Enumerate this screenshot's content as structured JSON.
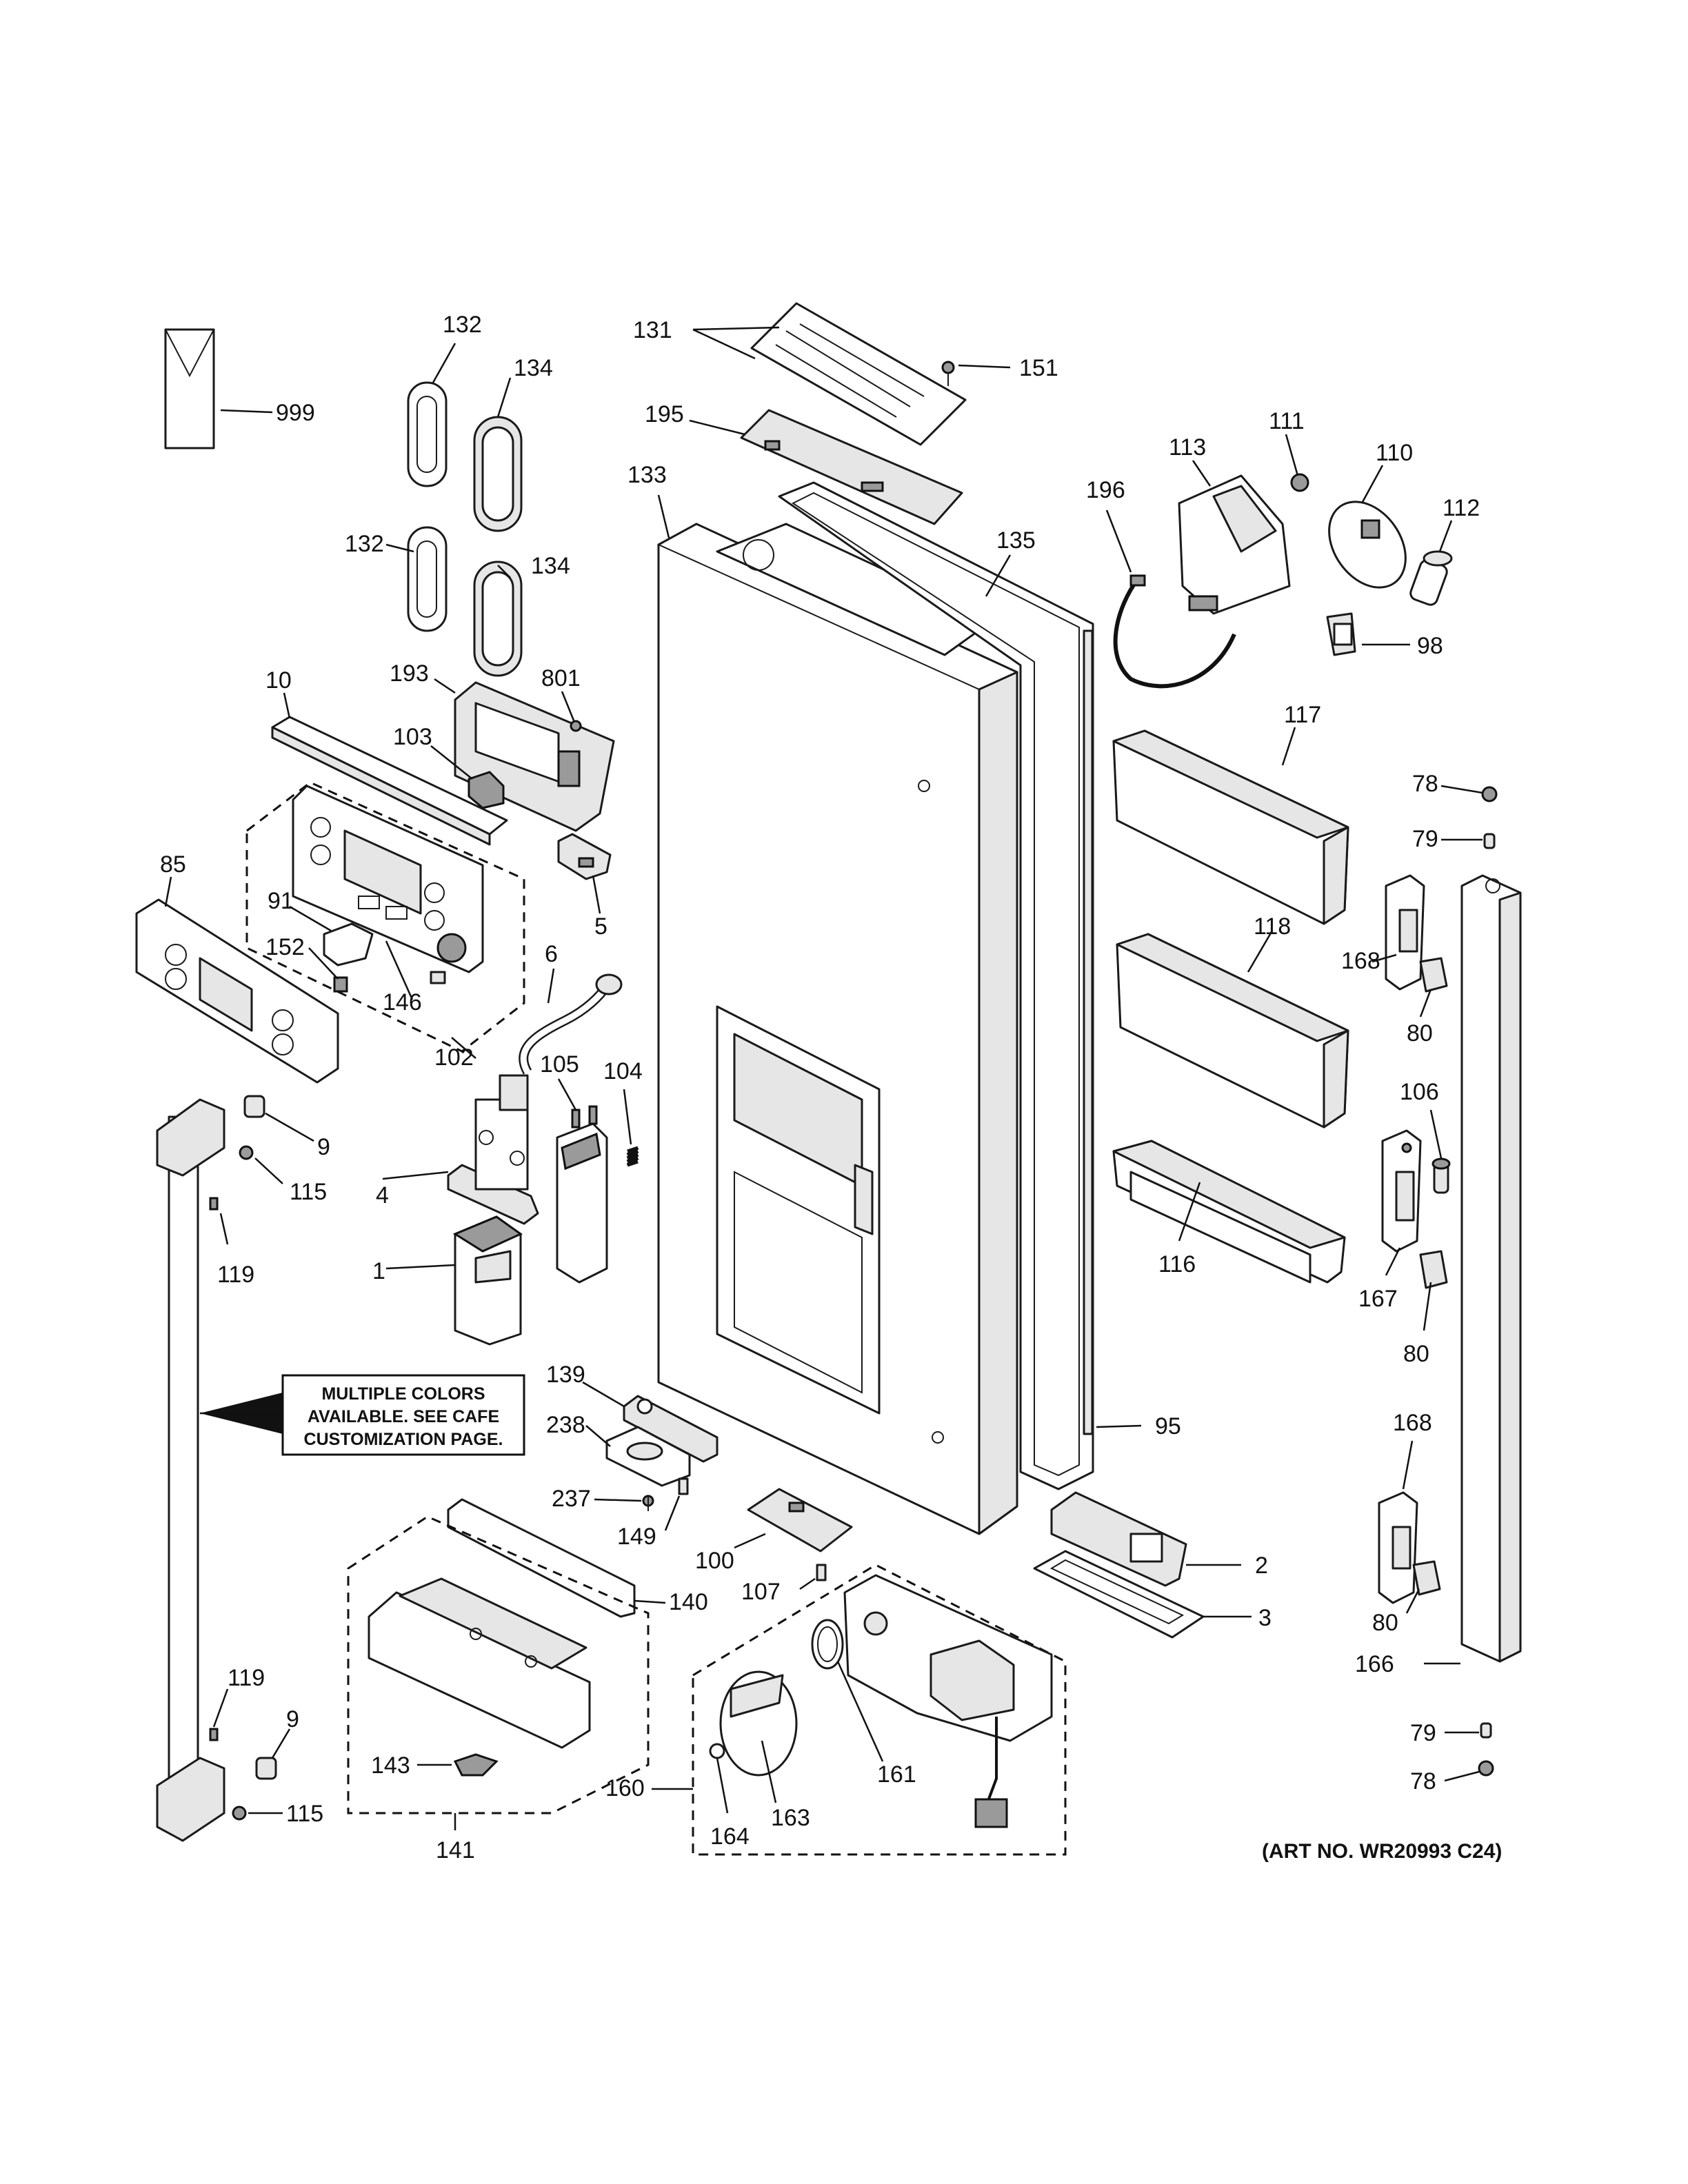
{
  "labels": {
    "p999": "999",
    "p132a": "132",
    "p134a": "134",
    "p132b": "132",
    "p134b": "134",
    "p131": "131",
    "p151": "151",
    "p195": "195",
    "p133": "133",
    "p135": "135",
    "p196": "196",
    "p113": "113",
    "p111": "111",
    "p110": "110",
    "p112": "112",
    "p98": "98",
    "p193": "193",
    "p801": "801",
    "p10": "10",
    "p103": "103",
    "p5": "5",
    "p85": "85",
    "p91": "91",
    "p152": "152",
    "p146": "146",
    "p6": "6",
    "p102": "102",
    "p117": "117",
    "p78a": "78",
    "p79a": "79",
    "p168a": "168",
    "p80a": "80",
    "p118": "118",
    "p106": "106",
    "p105": "105",
    "p104": "104",
    "p9a": "9",
    "p115a": "115",
    "p4": "4",
    "p119a": "119",
    "p1": "1",
    "p116": "116",
    "p167": "167",
    "p80b": "80",
    "p139": "139",
    "p238": "238",
    "p95": "95",
    "p168b": "168",
    "p237": "237",
    "p149": "149",
    "p100": "100",
    "p2": "2",
    "p107": "107",
    "p3": "3",
    "p140": "140",
    "p80c": "80",
    "p166": "166",
    "p119b": "119",
    "p9b": "9",
    "p161": "161",
    "p79b": "79",
    "p143": "143",
    "p160": "160",
    "p163": "163",
    "p78b": "78",
    "p115b": "115",
    "p164": "164",
    "p141": "141"
  },
  "note": {
    "line1": "MULTIPLE COLORS",
    "line2": "AVAILABLE. SEE CAFE",
    "line3": "CUSTOMIZATION PAGE."
  },
  "art_number": "(ART NO. WR20993 C24)"
}
